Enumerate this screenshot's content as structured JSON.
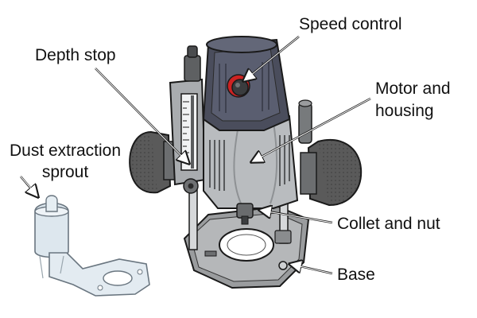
{
  "labels": {
    "speed_control": "Speed control",
    "depth_stop": "Depth stop",
    "motor_housing_line1": "Motor and",
    "motor_housing_line2": "housing",
    "dust_line1": "Dust extraction",
    "dust_line2": "sprout",
    "collet": "Collet and nut",
    "base": "Base"
  },
  "colors": {
    "housing_dark": "#4a4d5c",
    "metal": "#b9bcbf",
    "base": "#9a9c9e",
    "handle": "#5a5a5a",
    "dial_accent": "#cc2222",
    "outline": "#1a1a1a",
    "clear_plastic": "#dde7ee"
  },
  "icons": [
    "router-illustration",
    "dust-sprout-attachment"
  ]
}
